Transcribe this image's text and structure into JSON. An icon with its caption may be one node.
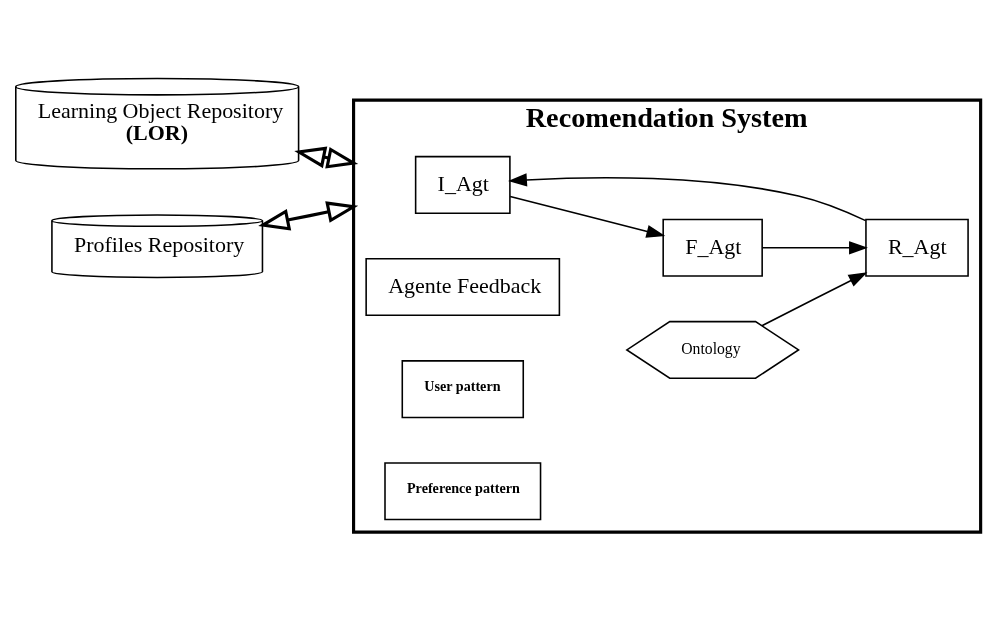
{
  "diagram": {
    "nodes": [
      {
        "text": [
          "Recomendation System"
        ]
      },
      {
        "text": [
          "I_Agt"
        ],
        "in": 0
      },
      {
        "text": [
          "Agente Feedback"
        ],
        "in": 0
      },
      {
        "text": [
          "F_Agt"
        ],
        "in": 0
      },
      {
        "text": [
          "Ontology"
        ],
        "in": 0
      },
      {
        "text": [
          "R_Agt"
        ],
        "in": 0
      },
      {
        "text": [
          "User pattern"
        ],
        "in": 0
      },
      {
        "text": [
          "Preference pattern"
        ],
        "in": 0
      },
      {
        "text": [
          "Learning Object Repository",
          "(LOR)"
        ]
      },
      {
        "text": [
          "Profiles Repository"
        ]
      }
    ],
    "edges": [
      {
        "from": 8,
        "to": 0,
        "arrow": "both",
        "style": "thick"
      },
      {
        "from": 9,
        "to": 0,
        "arrow": "both",
        "style": "thick"
      },
      {
        "from": 1,
        "to": 3,
        "arrow": "to"
      },
      {
        "from": 3,
        "to": 5,
        "arrow": "to"
      },
      {
        "from": 4,
        "to": 5,
        "arrow": "to"
      },
      {
        "from": 5,
        "to": 1,
        "arrow": "to"
      }
    ]
  }
}
